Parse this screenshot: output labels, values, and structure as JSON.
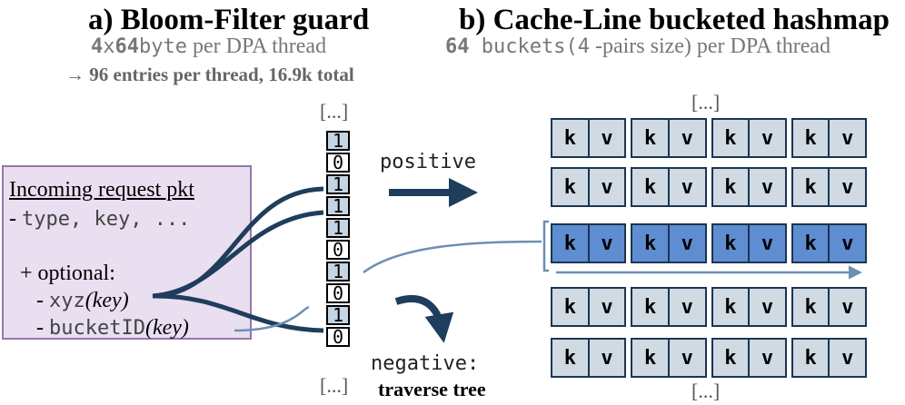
{
  "panel_a": {
    "title": "a) Bloom-Filter guard",
    "sub_count": "4",
    "sub_x": "x",
    "sub_bytes": "64",
    "sub_unit": "byte",
    "sub_rest": " per DPA thread",
    "total": "→ 96 entries per thread, 16.9k total"
  },
  "panel_b": {
    "title": "b) Cache-Line bucketed hashmap",
    "sub_count": "64",
    "sub_buckets": " buckets(4",
    "sub_rest": " -pairs size) per DPA thread"
  },
  "request": {
    "heading": "Incoming request pkt",
    "line1_prefix": "- ",
    "line1_mono": "type, key, ...",
    "optional": "+ optional:",
    "opt1_prefix": "- ",
    "opt1_mono": "xyz",
    "opt1_arg": "(key)",
    "opt2_prefix": "- ",
    "opt2_mono": "bucketID",
    "opt2_arg": "(key)"
  },
  "bloom": {
    "top_ellipsis": "[...]",
    "bottom_ellipsis": "[...]",
    "bits": [
      "1",
      "0",
      "1",
      "1",
      "1",
      "0",
      "1",
      "0",
      "1",
      "0"
    ]
  },
  "labels": {
    "positive": "positive",
    "negative": "negative:",
    "negative_action": "traverse tree"
  },
  "hashmap": {
    "top_ellipsis": "[...]",
    "bottom_ellipsis": "[...]",
    "key_label": "k",
    "value_label": "v",
    "buckets_per_row": 4,
    "rows": 5,
    "highlighted_row": 3
  },
  "colors": {
    "arrow_dark": "#1f3d5c",
    "arrow_light": "#6d8fb5",
    "bit_on": "#c5d5e3",
    "cell": "#cfdae3",
    "cell_highlight": "#5e8ed1",
    "request_bg": "#e9dff0",
    "request_border": "#9577aa"
  }
}
